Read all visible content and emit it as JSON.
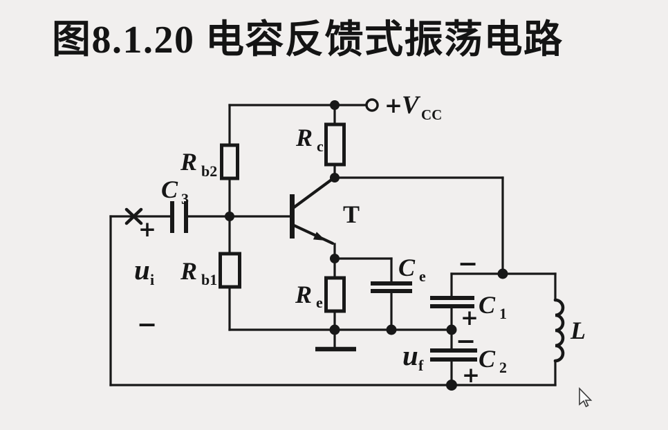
{
  "header": {
    "title": "图8.1.20 电容反馈式振荡电路"
  },
  "colors": {
    "ink": "#181818",
    "background": "#f1efee"
  },
  "circuit": {
    "name": "capacitive feedback oscillator",
    "power": {
      "plus": "+",
      "symbol": "V",
      "sub": "CC"
    },
    "transistor": {
      "symbol": "T"
    },
    "inductor": {
      "symbol": "L"
    },
    "resistors": {
      "rb2": {
        "symbol": "R",
        "sub": "b2"
      },
      "rb1": {
        "symbol": "R",
        "sub": "b1"
      },
      "rc": {
        "symbol": "R",
        "sub": "c"
      },
      "re": {
        "symbol": "R",
        "sub": "e"
      }
    },
    "capacitors": {
      "c3": {
        "symbol": "C",
        "sub": "3"
      },
      "ce": {
        "symbol": "C",
        "sub": "e"
      },
      "c1": {
        "symbol": "C",
        "sub": "1",
        "top_sign": "−",
        "bottom_sign": "+"
      },
      "c2": {
        "symbol": "C",
        "sub": "2",
        "top_sign": "−",
        "bottom_sign": "+"
      }
    },
    "signals": {
      "ui": {
        "symbol": "u",
        "sub": "i",
        "plus": "+",
        "minus": "−"
      },
      "uf": {
        "symbol": "u",
        "sub": "f"
      }
    }
  }
}
